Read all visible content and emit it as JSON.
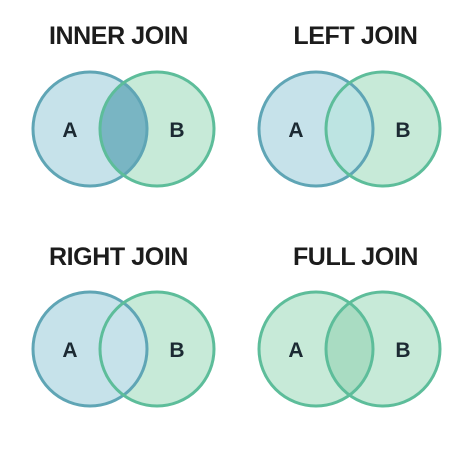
{
  "colors": {
    "left_fill": "#c6e2ea",
    "right_fill": "#c7ead8",
    "inner_fill": "#79b5c3",
    "neutral_overlap_fill": "#bde4e2",
    "full_overlap_fill": "#a9dcc2",
    "left_stroke": "#5fa5b5",
    "right_stroke": "#5dbd9a"
  },
  "diagrams": [
    {
      "title": "INNER JOIN",
      "label_a": "A",
      "label_b": "B",
      "highlight": "inner"
    },
    {
      "title": "LEFT JOIN",
      "label_a": "A",
      "label_b": "B",
      "highlight": "left"
    },
    {
      "title": "RIGHT JOIN",
      "label_a": "A",
      "label_b": "B",
      "highlight": "right"
    },
    {
      "title": "FULL JOIN",
      "label_a": "A",
      "label_b": "B",
      "highlight": "full"
    }
  ]
}
